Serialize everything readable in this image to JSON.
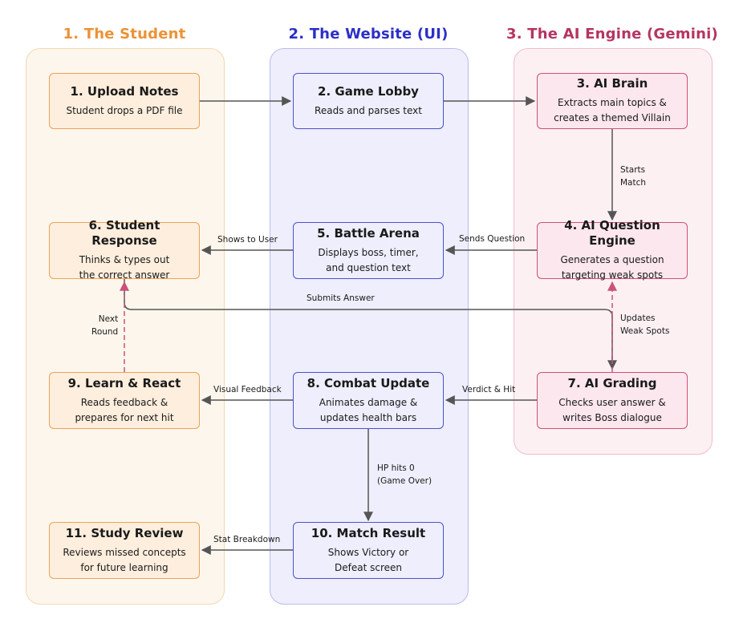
{
  "lanes": {
    "student": {
      "title": "1. The Student",
      "color": "#ec9236"
    },
    "website": {
      "title": "2. The Website (UI)",
      "color": "#2b2fc7"
    },
    "ai": {
      "title": "3. The AI Engine (Gemini)",
      "color": "#b63462"
    }
  },
  "nodes": {
    "n1": {
      "title": "1. Upload Notes",
      "desc": "Student drops a PDF file"
    },
    "n2": {
      "title": "2. Game Lobby",
      "desc": "Reads and parses text"
    },
    "n3": {
      "title": "3. AI Brain",
      "desc": "Extracts main topics &\ncreates a themed Villain"
    },
    "n4": {
      "title": "4. AI Question Engine",
      "desc": "Generates a question\ntargeting weak spots"
    },
    "n5": {
      "title": "5. Battle Arena",
      "desc": "Displays boss, timer,\nand question text"
    },
    "n6": {
      "title": "6. Student Response",
      "desc": "Thinks & types out\nthe correct answer"
    },
    "n7": {
      "title": "7. AI Grading",
      "desc": "Checks user answer &\nwrites Boss dialogue"
    },
    "n8": {
      "title": "8. Combat Update",
      "desc": "Animates damage &\nupdates health bars"
    },
    "n9": {
      "title": "9. Learn & React",
      "desc": "Reads feedback &\nprepares for next hit"
    },
    "n10": {
      "title": "10. Match Result",
      "desc": "Shows Victory or\nDefeat screen"
    },
    "n11": {
      "title": "11. Study Review",
      "desc": "Reviews missed concepts\nfor future learning"
    }
  },
  "edges": {
    "starts_match": "Starts\nMatch",
    "sends_question": "Sends Question",
    "shows_to_user": "Shows to User",
    "submits_answer": "Submits Answer",
    "updates_weak_spots": "Updates\nWeak Spots",
    "next_round": "Next\nRound",
    "verdict_hit": "Verdict & Hit",
    "visual_feedback": "Visual Feedback",
    "hp_hits_0": "HP hits 0\n(Game Over)",
    "stat_breakdown": "Stat Breakdown"
  }
}
